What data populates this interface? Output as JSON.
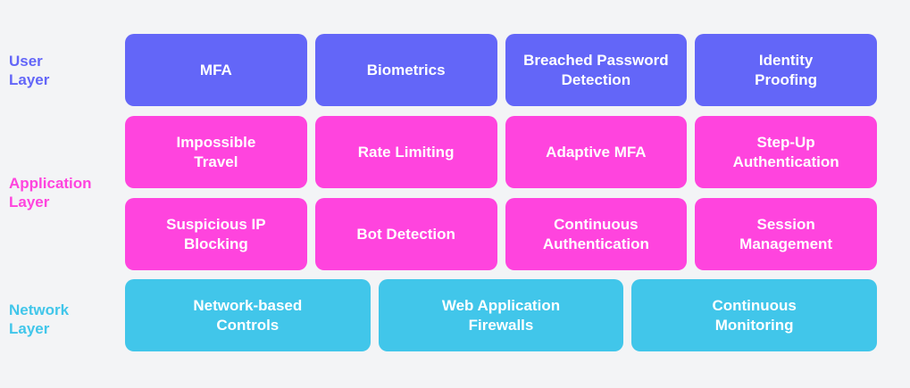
{
  "colors": {
    "background": "#f3f4f6",
    "user": "#6366f8",
    "application": "#ff44de",
    "network": "#41c6ea"
  },
  "layers": [
    {
      "key": "user",
      "label": [
        "User",
        "Layer"
      ],
      "color": "#6366f8",
      "rows": [
        [
          "MFA",
          "Biometrics",
          "Breached Password\nDetection",
          "Identity\nProofing"
        ]
      ]
    },
    {
      "key": "application",
      "label": [
        "Application",
        "Layer"
      ],
      "color": "#ff44de",
      "rows": [
        [
          "Impossible\nTravel",
          "Rate Limiting",
          "Adaptive MFA",
          "Step-Up\nAuthentication"
        ],
        [
          "Suspicious IP\nBlocking",
          "Bot Detection",
          "Continuous\nAuthentication",
          "Session\nManagement"
        ]
      ]
    },
    {
      "key": "network",
      "label": [
        "Network",
        "Layer"
      ],
      "color": "#41c6ea",
      "rows": [
        [
          "Network-based\nControls",
          "Web Application\nFirewalls",
          "Continuous\nMonitoring"
        ]
      ]
    }
  ]
}
